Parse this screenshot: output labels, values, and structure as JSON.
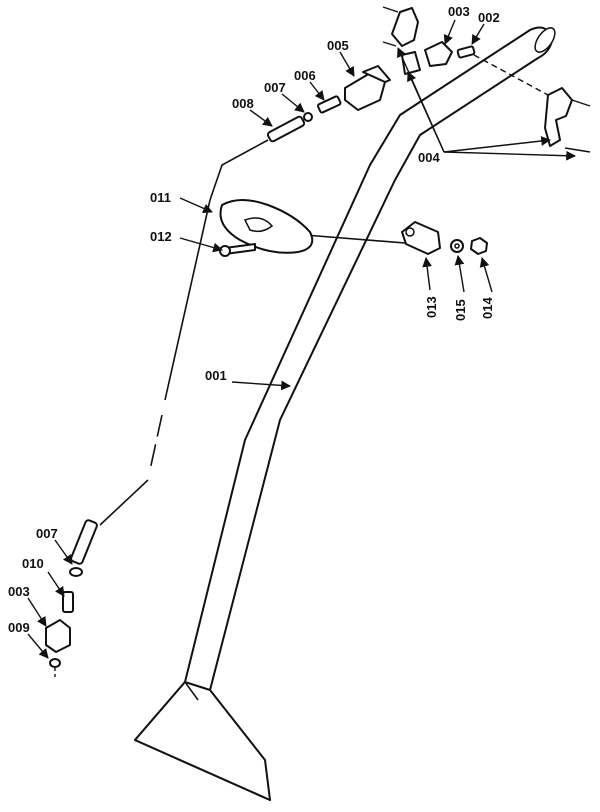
{
  "callouts": {
    "c001": "001",
    "c002": "002",
    "c003_top": "003",
    "c003_bottom": "003",
    "c004": "004",
    "c005": "005",
    "c006": "006",
    "c007_top": "007",
    "c007_bottom": "007",
    "c008": "008",
    "c009": "009",
    "c010": "010",
    "c011": "011",
    "c012": "012",
    "c013": "013",
    "c014": "014",
    "c015": "015"
  },
  "colors": {
    "ink": "#111111",
    "paper": "#ffffff"
  }
}
